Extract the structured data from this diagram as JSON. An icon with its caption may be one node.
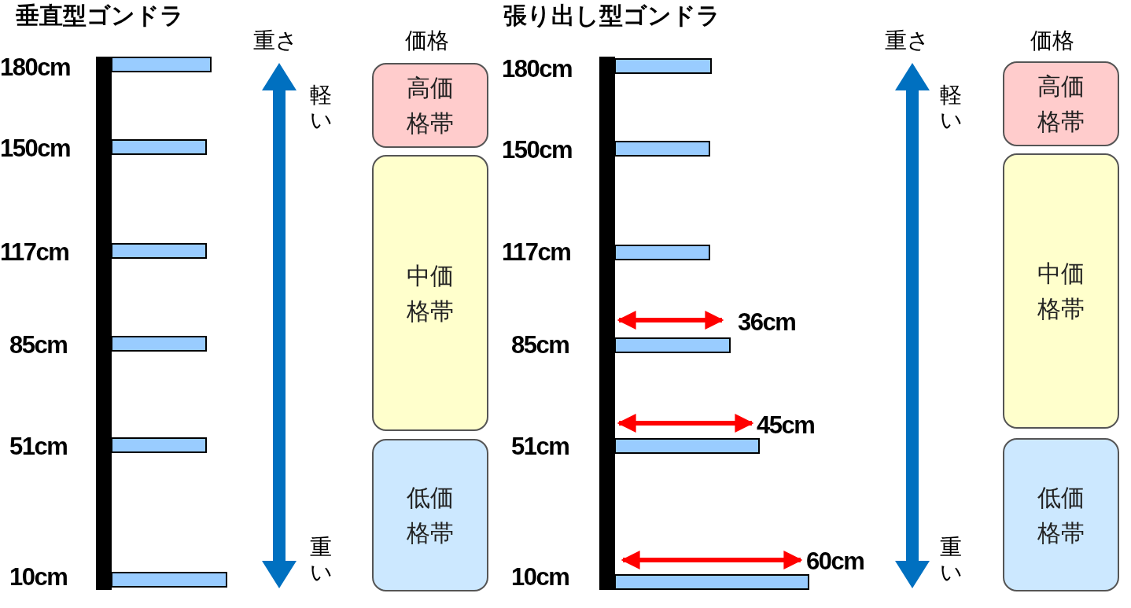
{
  "diagram": {
    "nodes": [
      {
        "text": [
          "高価格帯"
        ]
      },
      {
        "text": [
          "中価格帯"
        ]
      },
      {
        "text": [
          "低価格帯"
        ]
      },
      {
        "text": [
          "高価格帯"
        ]
      },
      {
        "text": [
          "中価格帯"
        ]
      },
      {
        "text": [
          "低価格帯"
        ]
      }
    ],
    "edges": [],
    "labels": [
      "垂直型ゴンドラ",
      "張り出し型ゴンドラ",
      "重さ",
      "価格",
      "重さ",
      "価格",
      "180cm",
      "150cm",
      "117cm",
      "85cm",
      "51cm",
      "10cm",
      "軽い",
      "重い",
      "180cm",
      "150cm",
      "117cm",
      "36cm",
      "85cm",
      "45cm",
      "51cm",
      "60cm",
      "10cm",
      "軽い",
      "重い"
    ]
  }
}
